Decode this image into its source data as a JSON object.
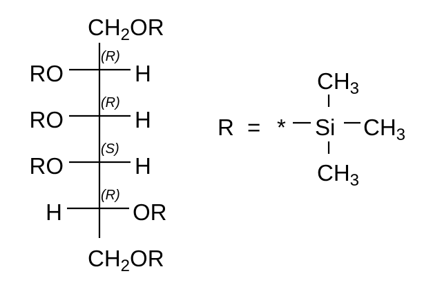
{
  "structure": {
    "top": {
      "main": "CH",
      "sub": "2",
      "tail": "OR"
    },
    "bottom": {
      "main": "CH",
      "sub": "2",
      "tail": "OR"
    },
    "rows": [
      {
        "left": "RO",
        "right": "H",
        "stereo": "(R)"
      },
      {
        "left": "RO",
        "right": "H",
        "stereo": "(R)"
      },
      {
        "left": "RO",
        "right": "H",
        "stereo": "(S)"
      },
      {
        "left": "H",
        "right": "OR",
        "stereo": "(R)"
      }
    ]
  },
  "definition": {
    "r_label": "R",
    "equals": "=",
    "attachment": "*",
    "center": "Si",
    "top": {
      "main": "CH",
      "sub": "3"
    },
    "right": {
      "main": "CH",
      "sub": "3"
    },
    "bottom": {
      "main": "CH",
      "sub": "3"
    }
  }
}
